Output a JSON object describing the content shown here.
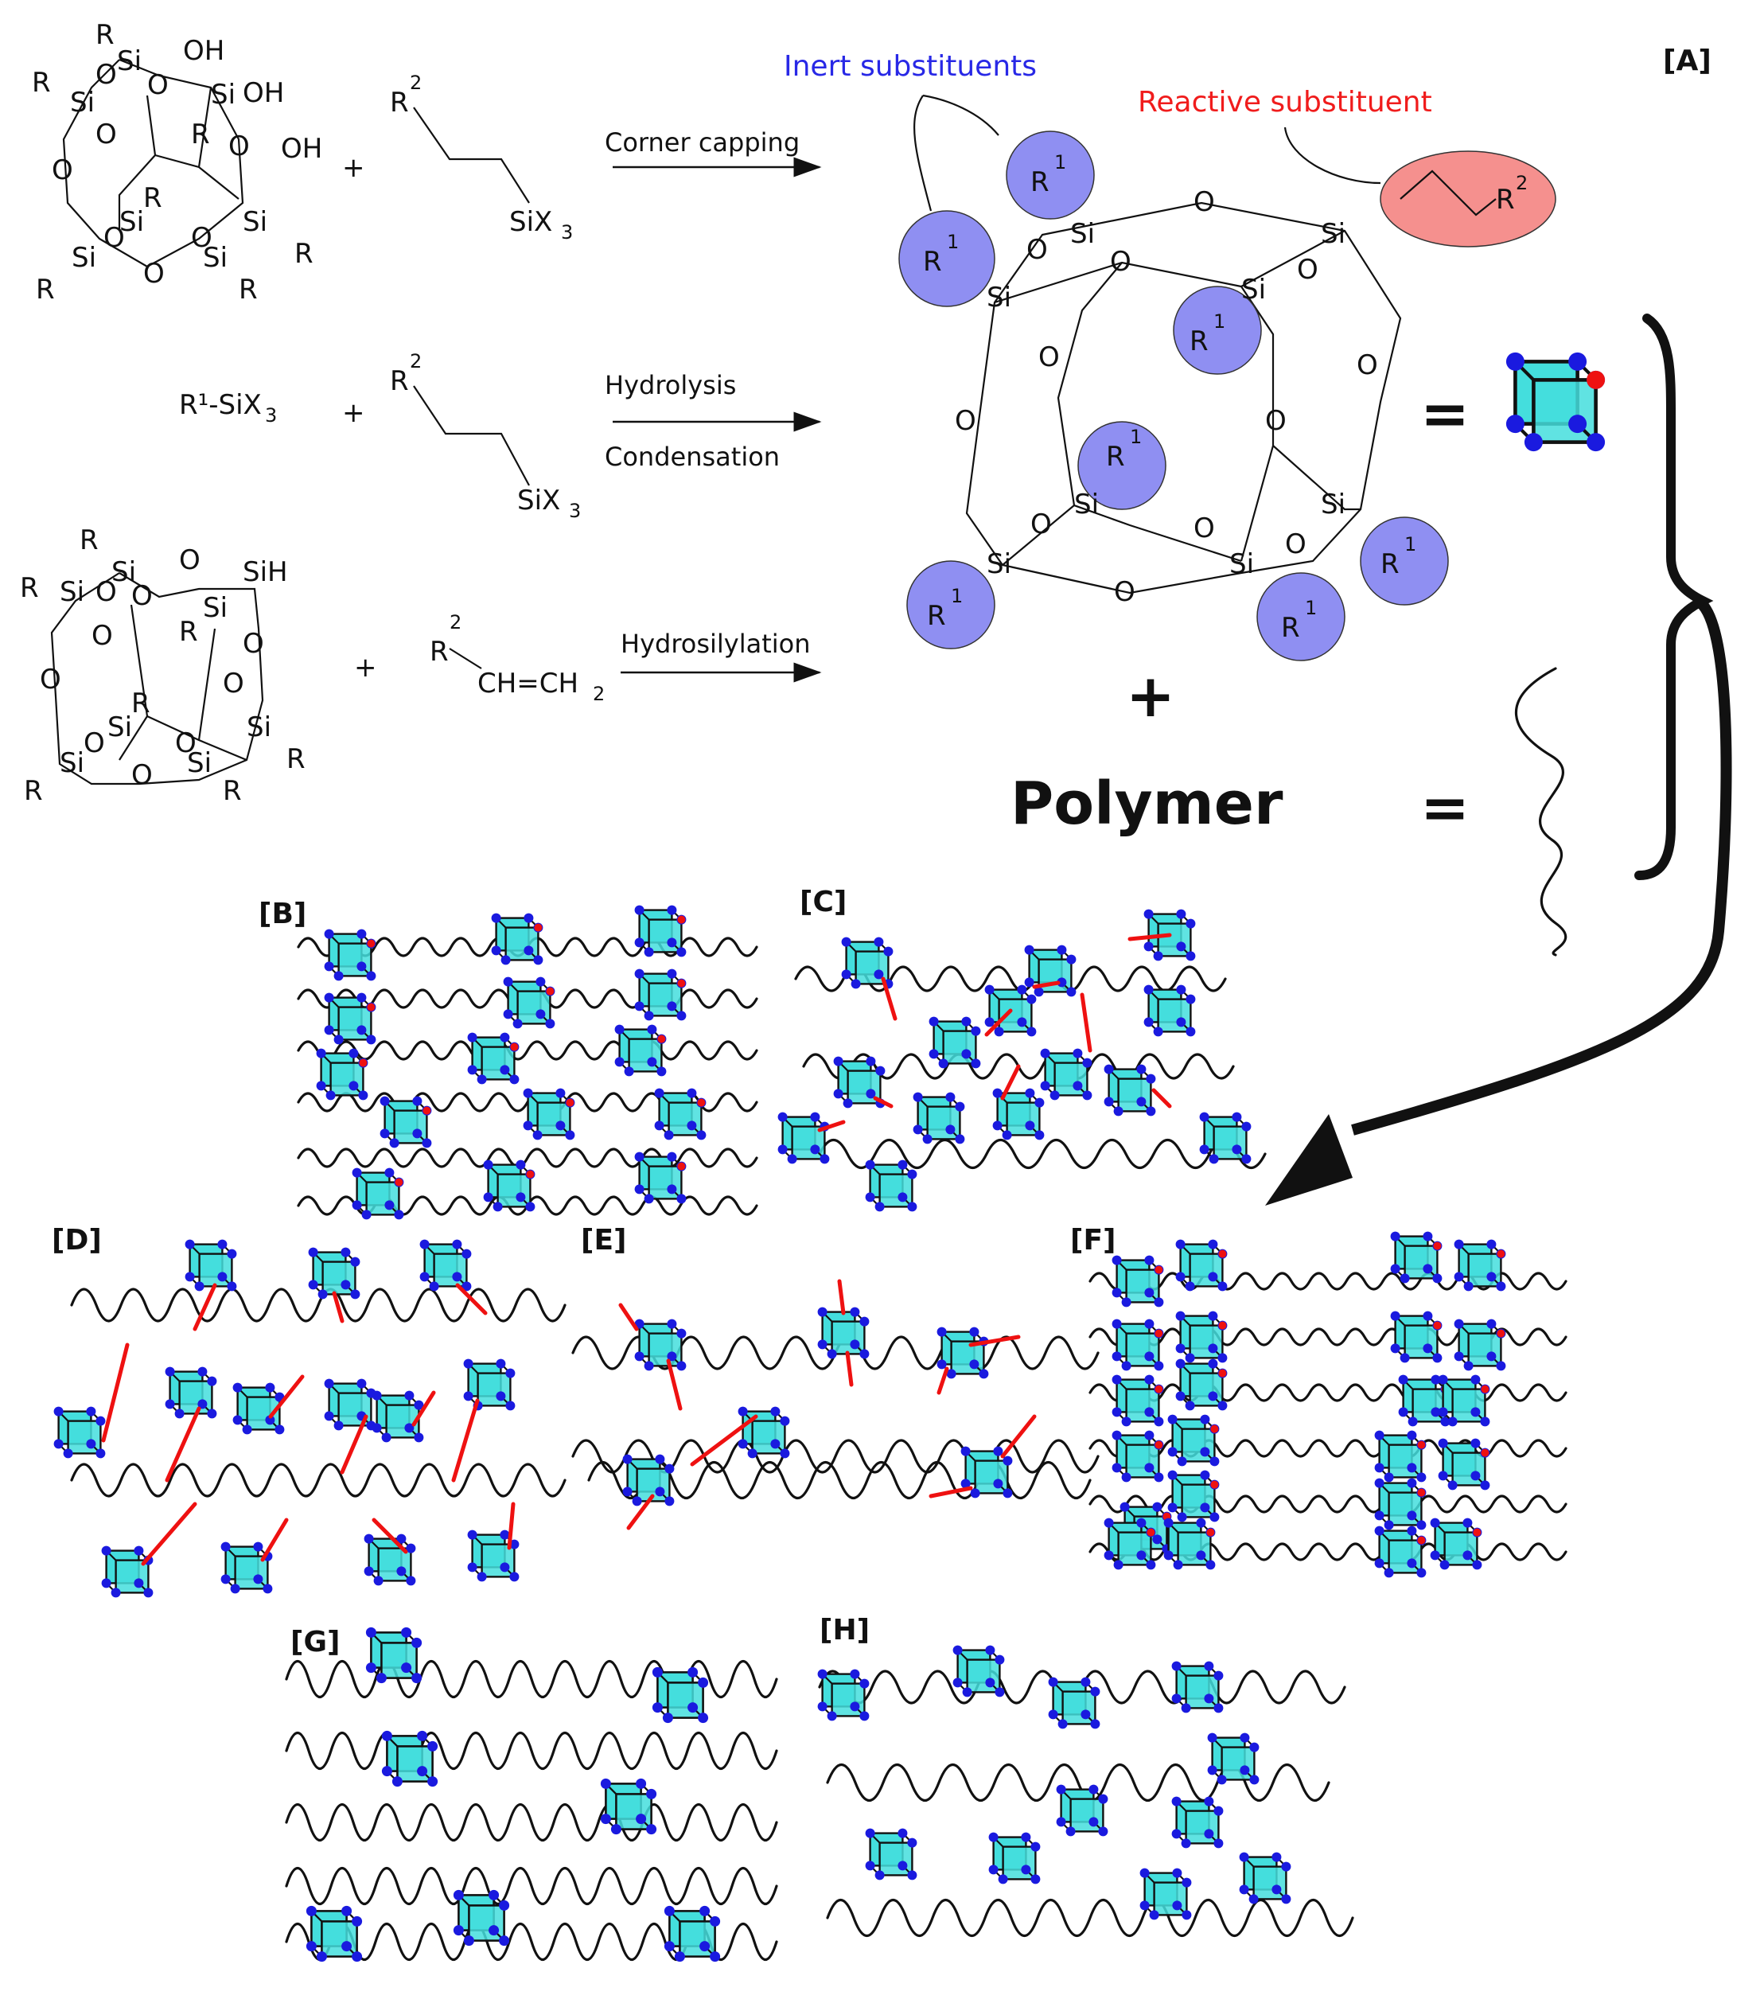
{
  "figure": {
    "panels": {
      "a": "[A]",
      "b": "[B]",
      "c": "[C]",
      "d": "[D]",
      "e": "[E]",
      "f": "[F]",
      "g": "[G]",
      "h": "[H]"
    },
    "reactions": {
      "corner_capping": "Corner capping",
      "hydrolysis": "Hydrolysis",
      "condensation": "Condensation",
      "hydrosilylation": "Hydrosilylation"
    },
    "labels": {
      "inert": "Inert substituents",
      "reactive": "Reactive substituent",
      "polymer": "Polymer",
      "plus": "+",
      "equals": "="
    },
    "colors": {
      "inert_fill": "#8f8ff2",
      "reactive_fill": "#f5908e",
      "cube": "#44dedd",
      "inert_text": "#2828e6",
      "reactive_text": "#f01c1c",
      "vertex_blue": "#1a1adf",
      "vertex_red": "#ee1111"
    },
    "chemistry": {
      "si": "Si",
      "o": "O",
      "oh": "OH",
      "sih": "SiH",
      "r1": "R",
      "one": "1",
      "r2": "R",
      "two": "2",
      "six": "SiX",
      "three": "3",
      "r1six": "R¹-SiX",
      "vinyl": "CH=CH"
    }
  }
}
